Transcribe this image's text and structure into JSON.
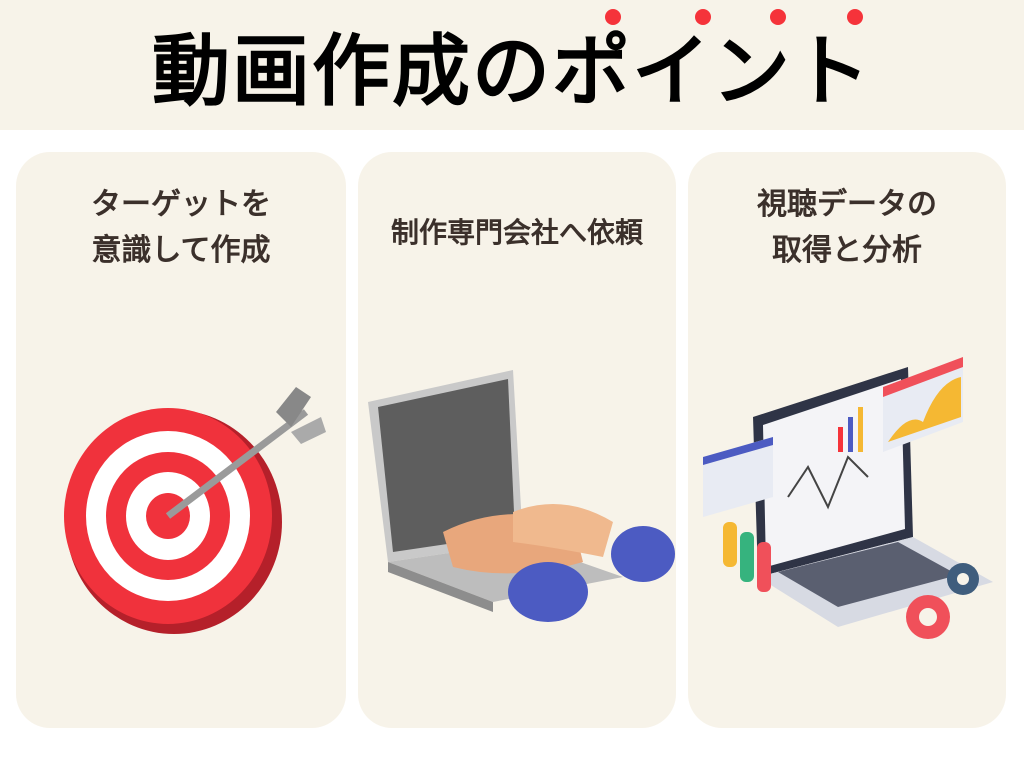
{
  "header": {
    "title": "動画作成のポイント"
  },
  "cards": [
    {
      "title": "ターゲットを\n意識して作成",
      "icon": "target-arrow-icon"
    },
    {
      "title": "制作専門会社へ依頼",
      "icon": "laptop-typing-icon"
    },
    {
      "title": "視聴データの\n取得と分析",
      "icon": "analytics-laptop-icon"
    }
  ],
  "colors": {
    "accent": "#f5333a",
    "background": "#f7f3e9",
    "text": "#3b302b"
  }
}
